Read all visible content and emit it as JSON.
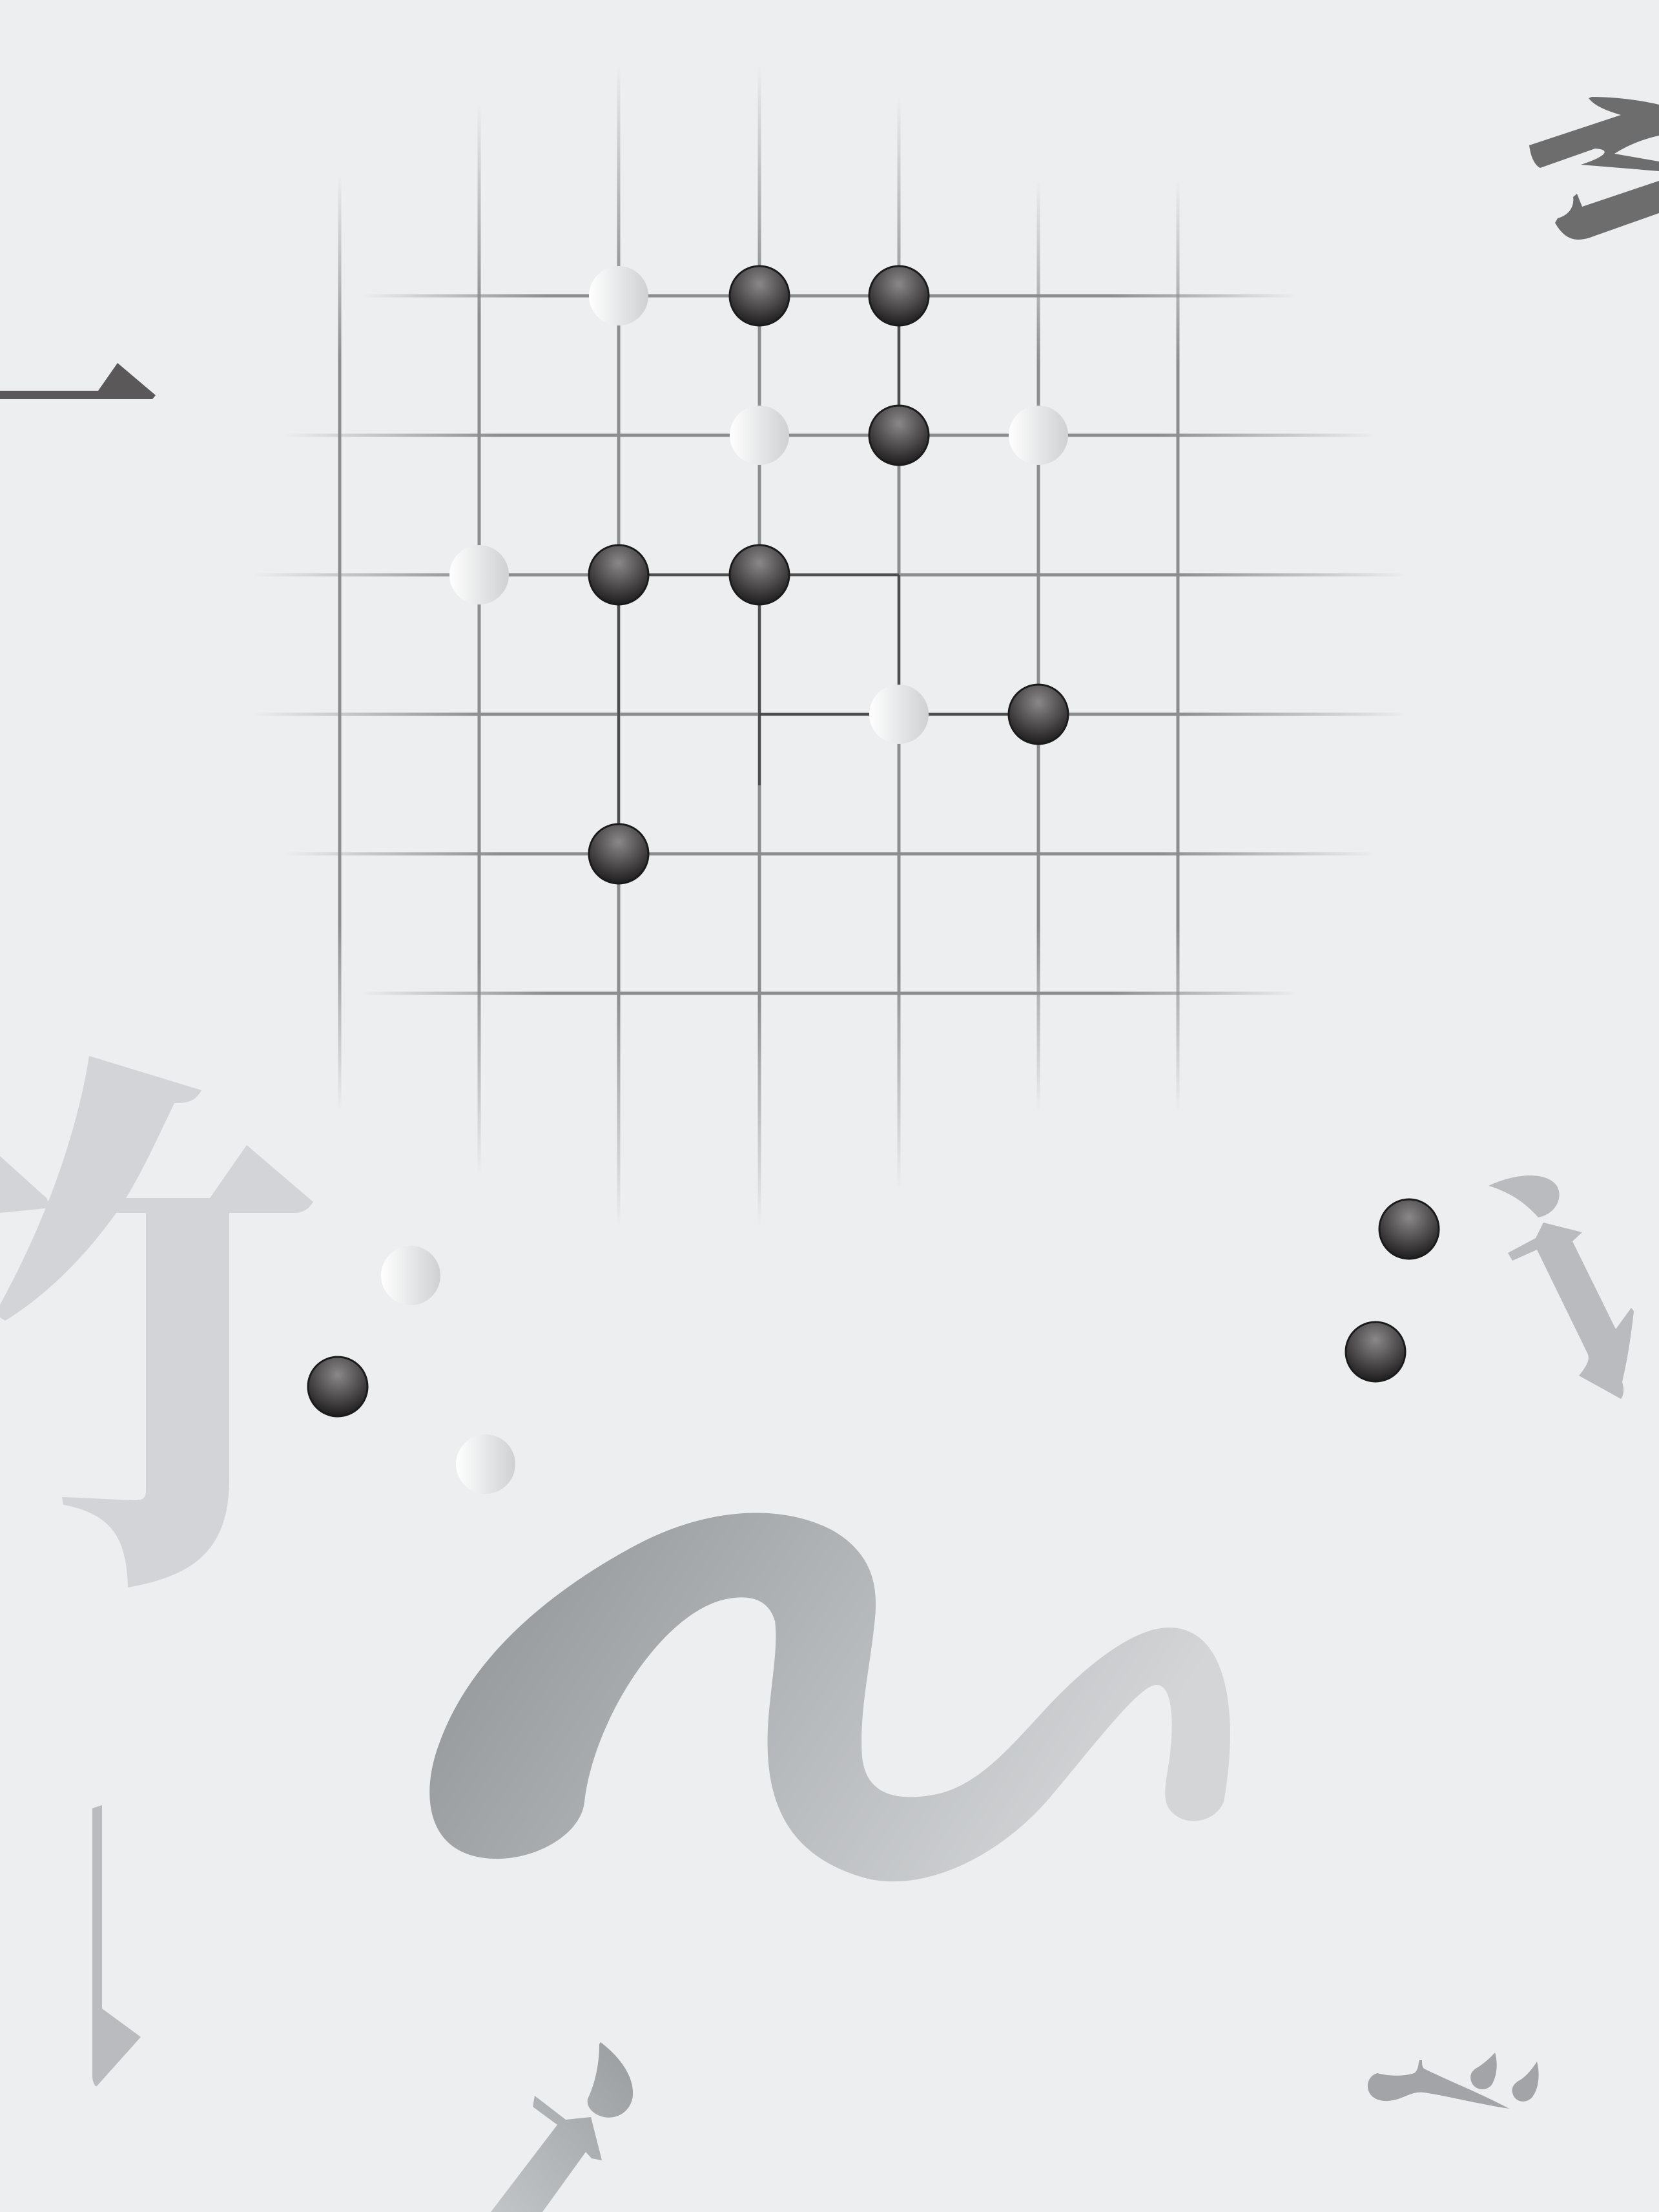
{
  "scene": {
    "background": "#eceef0",
    "board": {
      "lines": 7,
      "line_color": "#8c8d8f",
      "dark_line_color": "#3a3a3a",
      "stones": [
        {
          "col": 1,
          "row": 0,
          "color": "white"
        },
        {
          "col": 2,
          "row": 0,
          "color": "black"
        },
        {
          "col": 3,
          "row": 0,
          "color": "black"
        },
        {
          "col": 2,
          "row": 1,
          "color": "white"
        },
        {
          "col": 3,
          "row": 1,
          "color": "black"
        },
        {
          "col": 4,
          "row": 1,
          "color": "white"
        },
        {
          "col": 0,
          "row": 2,
          "color": "white"
        },
        {
          "col": 1,
          "row": 2,
          "color": "black"
        },
        {
          "col": 2,
          "row": 2,
          "color": "black"
        },
        {
          "col": 3,
          "row": 3,
          "color": "white"
        },
        {
          "col": 4,
          "row": 3,
          "color": "black"
        },
        {
          "col": 1,
          "row": 4,
          "color": "black"
        }
      ]
    },
    "loose_stones": [
      {
        "color": "white"
      },
      {
        "color": "black"
      },
      {
        "color": "white"
      },
      {
        "color": "black"
      },
      {
        "color": "black"
      }
    ],
    "brush_stroke": {
      "gradient": [
        "#8e9194",
        "#b4b7ba",
        "#d3d5d7"
      ]
    },
    "calligraphy_fragments": [
      {
        "name": "hook-stroke",
        "color": "#5a5859"
      },
      {
        "name": "bamboo-radical",
        "color": "#d2d4d7"
      },
      {
        "name": "corner-glyph",
        "color": "#6e6d6e"
      },
      {
        "name": "dot-stroke-right",
        "color": "#b9bbbe"
      },
      {
        "name": "vertical-stroke",
        "color": "#b9bbbe"
      },
      {
        "name": "bottom-stroke",
        "color": "#a9acaf"
      },
      {
        "name": "bottom-right-strokes",
        "color": "#a2a4a7"
      }
    ]
  }
}
